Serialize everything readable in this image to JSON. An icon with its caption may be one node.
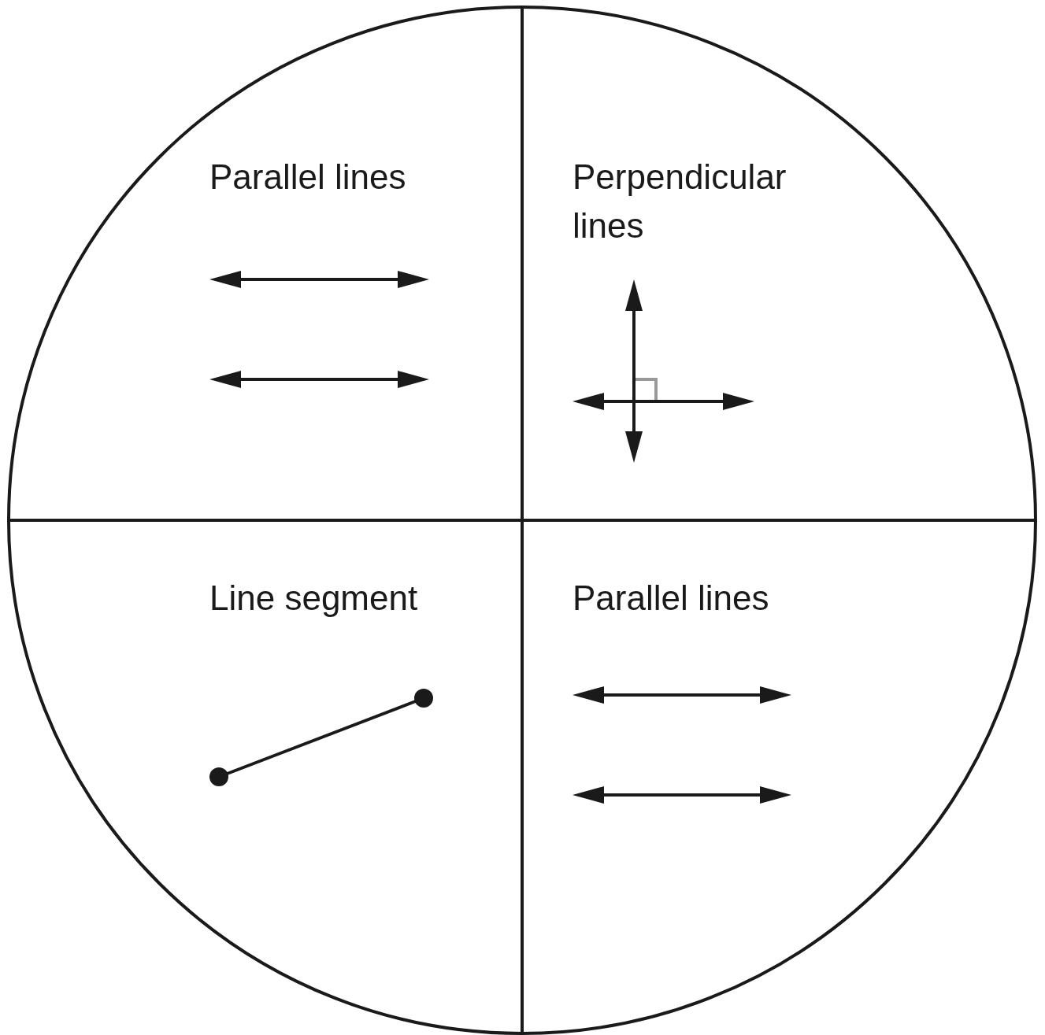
{
  "diagram": {
    "labels": [
      "Parallel lines",
      "Perpendicular lines",
      "Line segment",
      "Parallel lines"
    ]
  }
}
